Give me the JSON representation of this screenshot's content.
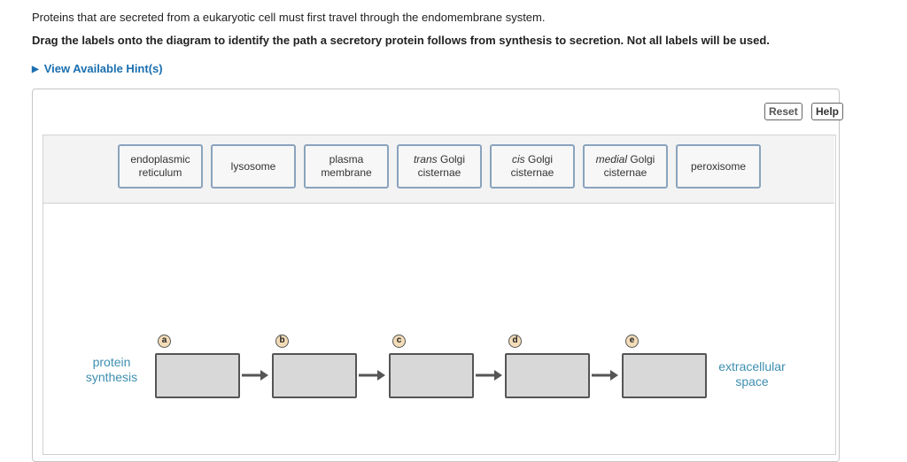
{
  "question": {
    "intro": "Proteins that are secreted from a eukaryotic cell must first travel through the endomembrane system.",
    "instruction": "Drag the labels onto the diagram to identify the path a secretory protein follows from synthesis to secretion. Not all labels will be used.",
    "hint_link": "View Available Hint(s)"
  },
  "toolbar": {
    "reset_label": "Reset",
    "help_label": "Help"
  },
  "labels": [
    {
      "pre": "",
      "ital": "",
      "rest": "endoplasmic reticulum"
    },
    {
      "pre": "",
      "ital": "",
      "rest": "lysosome"
    },
    {
      "pre": "",
      "ital": "",
      "rest": "plasma membrane"
    },
    {
      "pre": "",
      "ital": "trans",
      "rest": " Golgi cisternae"
    },
    {
      "pre": "",
      "ital": "cis",
      "rest": " Golgi cisternae"
    },
    {
      "pre": "",
      "ital": "medial",
      "rest": " Golgi cisternae"
    },
    {
      "pre": "",
      "ital": "",
      "rest": "peroxisome"
    }
  ],
  "diagram": {
    "start_text": "protein synthesis",
    "end_text": "extracellular space",
    "slots": [
      "a",
      "b",
      "c",
      "d",
      "e"
    ]
  },
  "colors": {
    "accent": "#1a6fb0",
    "end_text": "#3d8fb0",
    "letter_badge": "#f3dcb8",
    "drop_target": "#d8d8d8"
  }
}
